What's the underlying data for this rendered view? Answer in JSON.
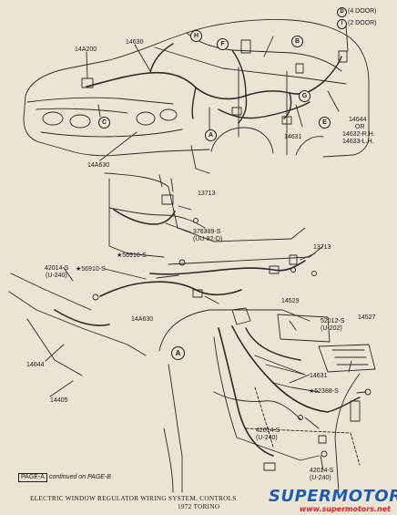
{
  "legend": {
    "d_letter": "D",
    "d_text": "(4 DOOR)",
    "i_letter": "I",
    "i_text": "(2 DOOR)"
  },
  "callouts": {
    "h": "H",
    "f": "F",
    "b": "B",
    "c": "C",
    "g": "G",
    "a": "A",
    "e": "E",
    "a2": "A"
  },
  "labels": {
    "p14630": "14630",
    "p14a200": "14A200",
    "p14a630_top": "14A630",
    "p14631_top": "14631",
    "p14644_top": "14644",
    "p_or": "OR",
    "p14632": "14632-R.H.",
    "p14633": "14633-L.H.",
    "p13713_a": "13713",
    "p376389": "376389-S",
    "p376389_sub": "(UU-82-D)",
    "p13713_b": "13713",
    "p56910_star": "★56910-S",
    "p56910": "★56910-S",
    "p42014_left": "42014-S",
    "p42014_left_sub": "(U-240)",
    "p14a630_mid": "14A630",
    "p14644_low": "14644",
    "p14405": "14405",
    "p14529": "14529",
    "p52012": "52012-S",
    "p52012_sub": "(U-202)",
    "p14527": "14527",
    "p14631_low": "14631",
    "p52388": "★52388-S",
    "p42014_mid": "42014-S",
    "p42014_mid_sub": "(U-240)",
    "p42014_bot": "42014-S",
    "p42014_bot_sub": "(U-240)"
  },
  "footer": {
    "page_box": "PAGE-A",
    "continued": "continued on PAGE-B",
    "caption_line1": "ELECTRIC WINDOW REGULATOR WIRING SYSTEM, CONTROLS",
    "caption_line2": "1972 TORINO"
  },
  "watermark": {
    "logo": "SUPERMOTORS",
    "url": "www.supermotors.net"
  }
}
